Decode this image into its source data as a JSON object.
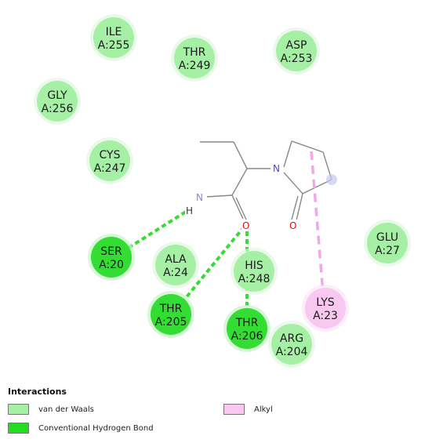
{
  "residues": [
    {
      "id": "ile255",
      "name": "ILE",
      "number": "A:255",
      "type": "vdw"
    },
    {
      "id": "thr249",
      "name": "THR",
      "number": "A:249",
      "type": "vdw"
    },
    {
      "id": "asp253",
      "name": "ASP",
      "number": "A:253",
      "type": "vdw"
    },
    {
      "id": "gly256",
      "name": "GLY",
      "number": "A:256",
      "type": "vdw"
    },
    {
      "id": "cys247",
      "name": "CYS",
      "number": "A:247",
      "type": "vdw"
    },
    {
      "id": "ser20",
      "name": "SER",
      "number": "A:20",
      "type": "hbond"
    },
    {
      "id": "ala24",
      "name": "ALA",
      "number": "A:24",
      "type": "vdw"
    },
    {
      "id": "his248",
      "name": "HIS",
      "number": "A:248",
      "type": "vdw"
    },
    {
      "id": "glu27",
      "name": "GLU",
      "number": "A:27",
      "type": "vdw"
    },
    {
      "id": "lys23",
      "name": "LYS",
      "number": "A:23",
      "type": "alkyl"
    },
    {
      "id": "thr205",
      "name": "THR",
      "number": "A:205",
      "type": "hbond"
    },
    {
      "id": "thr206",
      "name": "THR",
      "number": "A:206",
      "type": "hbond"
    },
    {
      "id": "arg204",
      "name": "ARG",
      "number": "A:204",
      "type": "vdw"
    }
  ],
  "atoms": {
    "n_amide": "N",
    "h_amide": "H",
    "o_amide": "O",
    "n_ring": "N",
    "o_ring": "O"
  },
  "colors": {
    "vdw": "#a6f0a6",
    "hbond": "#33dd33",
    "alkyl": "#f8c8f0",
    "alkyl_line": "#f3a6ea",
    "bond": "#888888",
    "nitrogen": "#4a4ad8",
    "oxygen": "#d81010"
  },
  "legend": {
    "title": "Interactions",
    "items": [
      {
        "label": "van der Waals",
        "color": "#a6f0a6"
      },
      {
        "label": "Conventional Hydrogen Bond",
        "color": "#22dd22"
      },
      {
        "label": "Alkyl",
        "color": "#f8c8f0"
      }
    ]
  }
}
